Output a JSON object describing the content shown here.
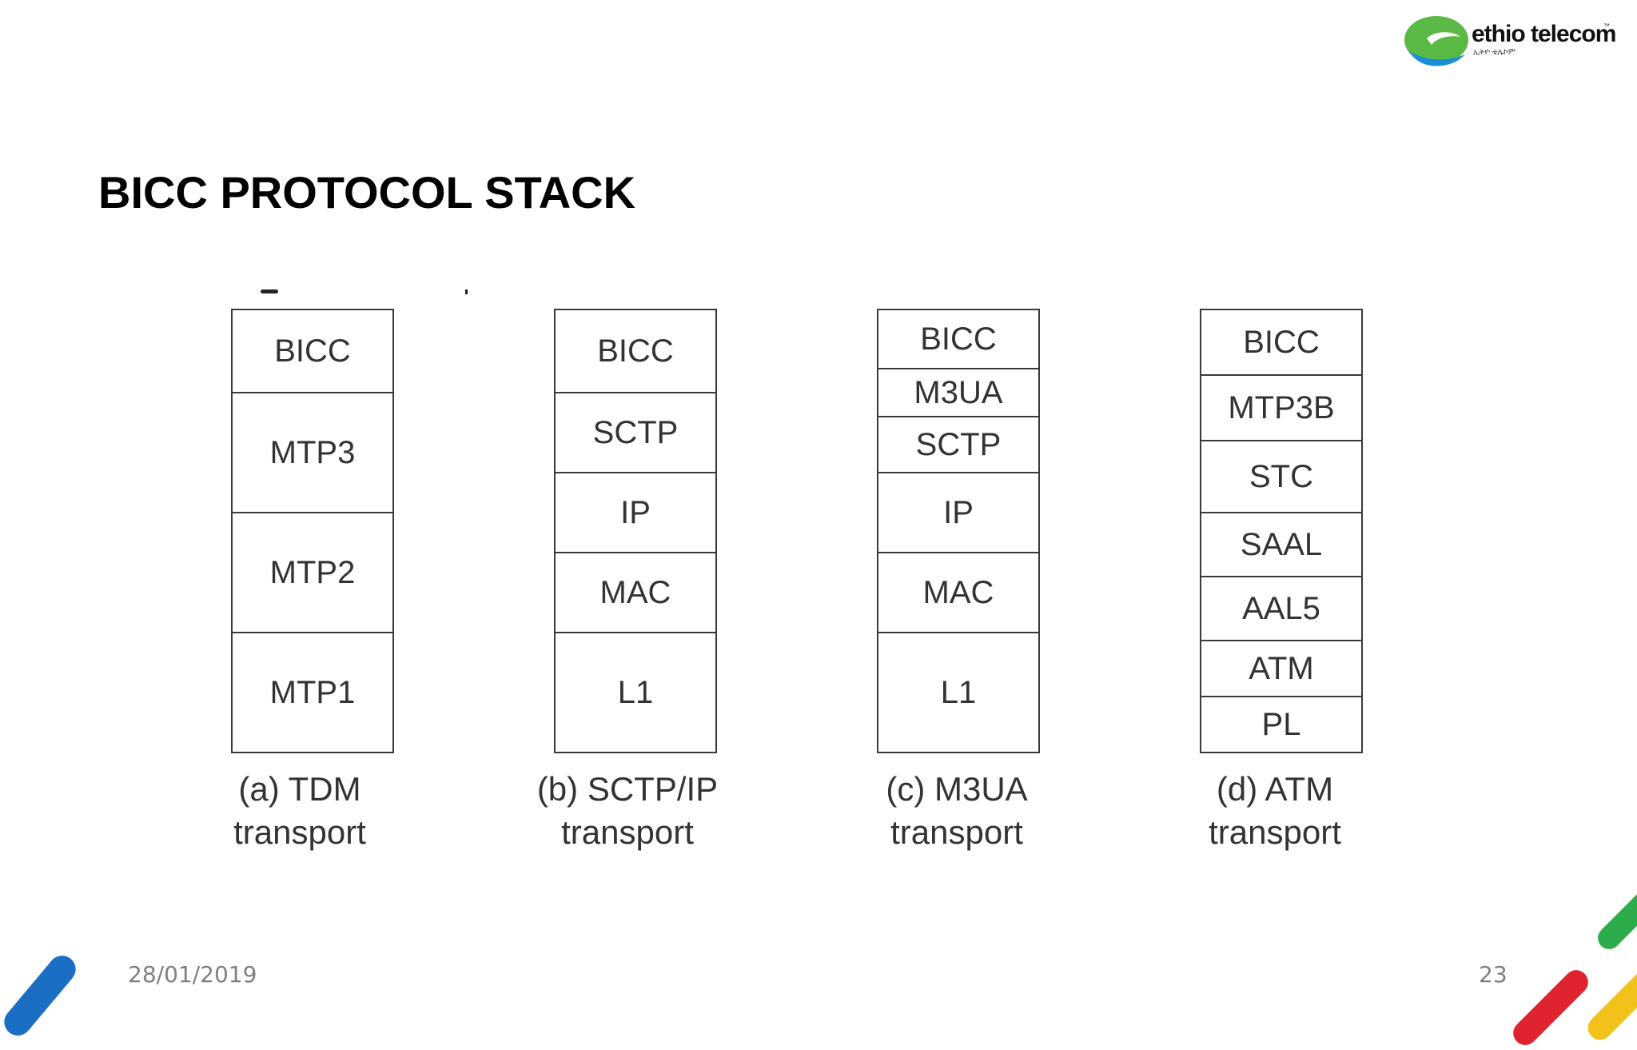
{
  "header": {
    "title": "BICC PROTOCOL STACK",
    "logo_text": "ethio telecom",
    "logo_subtext": "ኢትዮ ቴሌኮም",
    "logo_tm": "™"
  },
  "diagram": {
    "stacks": [
      {
        "layers": [
          "BICC",
          "MTP3",
          "MTP2",
          "MTP1"
        ],
        "caption_line1": "(a) TDM",
        "caption_line2": "transport"
      },
      {
        "layers": [
          "BICC",
          "SCTP",
          "IP",
          "MAC",
          "L1"
        ],
        "caption_line1": "(b) SCTP/IP",
        "caption_line2": "transport"
      },
      {
        "layers": [
          "BICC",
          "M3UA",
          "SCTP",
          "IP",
          "MAC",
          "L1"
        ],
        "caption_line1": "(c) M3UA",
        "caption_line2": "transport"
      },
      {
        "layers": [
          "BICC",
          "MTP3B",
          "STC",
          "SAAL",
          "AAL5",
          "ATM",
          "PL"
        ],
        "caption_line1": "(d) ATM",
        "caption_line2": "transport"
      }
    ]
  },
  "footer": {
    "date": "28/01/2019",
    "page_number": "23"
  },
  "colors": {
    "logo_green": "#5bb946",
    "logo_blue": "#1a8fd6",
    "stripe_blue": "#1a6fc4",
    "stripe_green": "#2eab4a",
    "stripe_red": "#e0242f",
    "stripe_yellow": "#f2c21b",
    "footer_text": "#7f7f7f"
  }
}
